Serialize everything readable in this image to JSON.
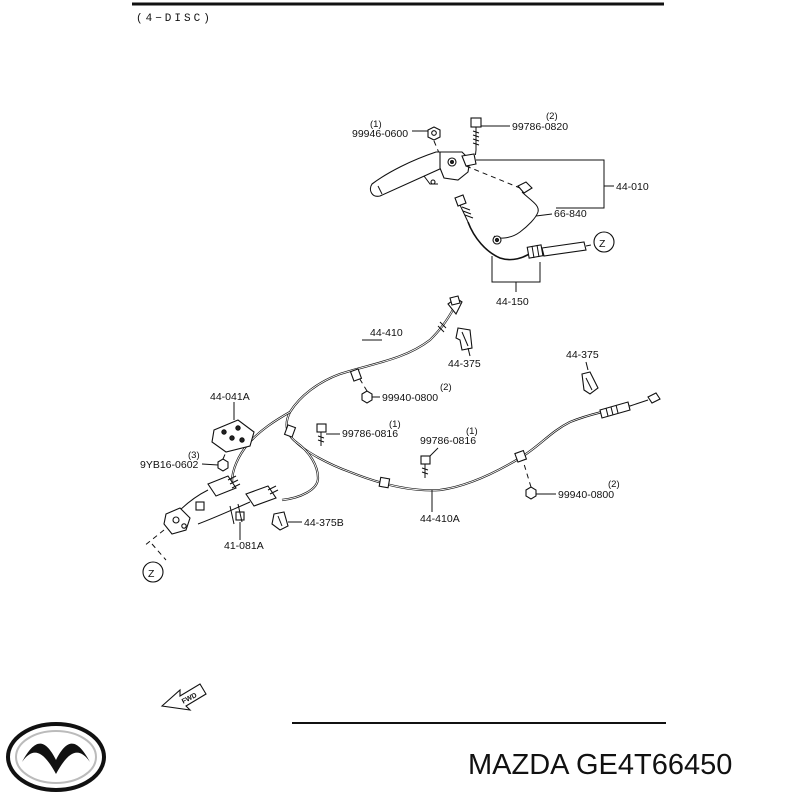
{
  "header": {
    "text": "(4−DISC)"
  },
  "labels": {
    "p99946_0600": "99946-0600",
    "p99946_0600_idx": "(1)",
    "p99786_0820": "99786-0820",
    "p99786_0820_idx": "(2)",
    "p44_010": "44-010",
    "p66_840": "66-840",
    "p44_150": "44-150",
    "z_top": "Z",
    "p44_410": "44-410",
    "p44_375_a": "44-375",
    "p44_375_b": "44-375",
    "p99940_0800_a": "99940-0800",
    "p99940_0800_a_idx": "(2)",
    "p44_041A": "44-041A",
    "p99786_0816_a": "99786-0816",
    "p99786_0816_a_idx": "(1)",
    "p99786_0816_b": "99786-0816",
    "p99786_0816_b_idx": "(1)",
    "p9YB16_0602": "9YB16-0602",
    "p9YB16_0602_idx": "(3)",
    "p99940_0800_b": "99940-0800",
    "p99940_0800_b_idx": "(2)",
    "p44_375B": "44-375B",
    "p44_410A": "44-410A",
    "p41_081A": "41-081A",
    "z_bottom": "Z",
    "fwd": "FWD"
  },
  "footer": {
    "brand_text": "MAZDA GE4T66450"
  },
  "icons": {
    "logo": "mazda-logo-icon",
    "fwd_arrow": "fwd-arrow-icon"
  }
}
